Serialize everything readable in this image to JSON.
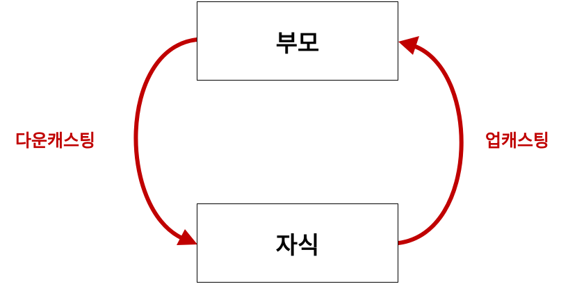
{
  "nodes": {
    "parent": {
      "label": "부모"
    },
    "child": {
      "label": "자식"
    }
  },
  "edges": {
    "downcast": {
      "label": "다운캐스팅",
      "from": "parent",
      "to": "child"
    },
    "upcast": {
      "label": "업캐스팅",
      "from": "child",
      "to": "parent"
    }
  },
  "colors": {
    "arrow": "#c00000",
    "box_border": "#000000",
    "text": "#000000"
  }
}
